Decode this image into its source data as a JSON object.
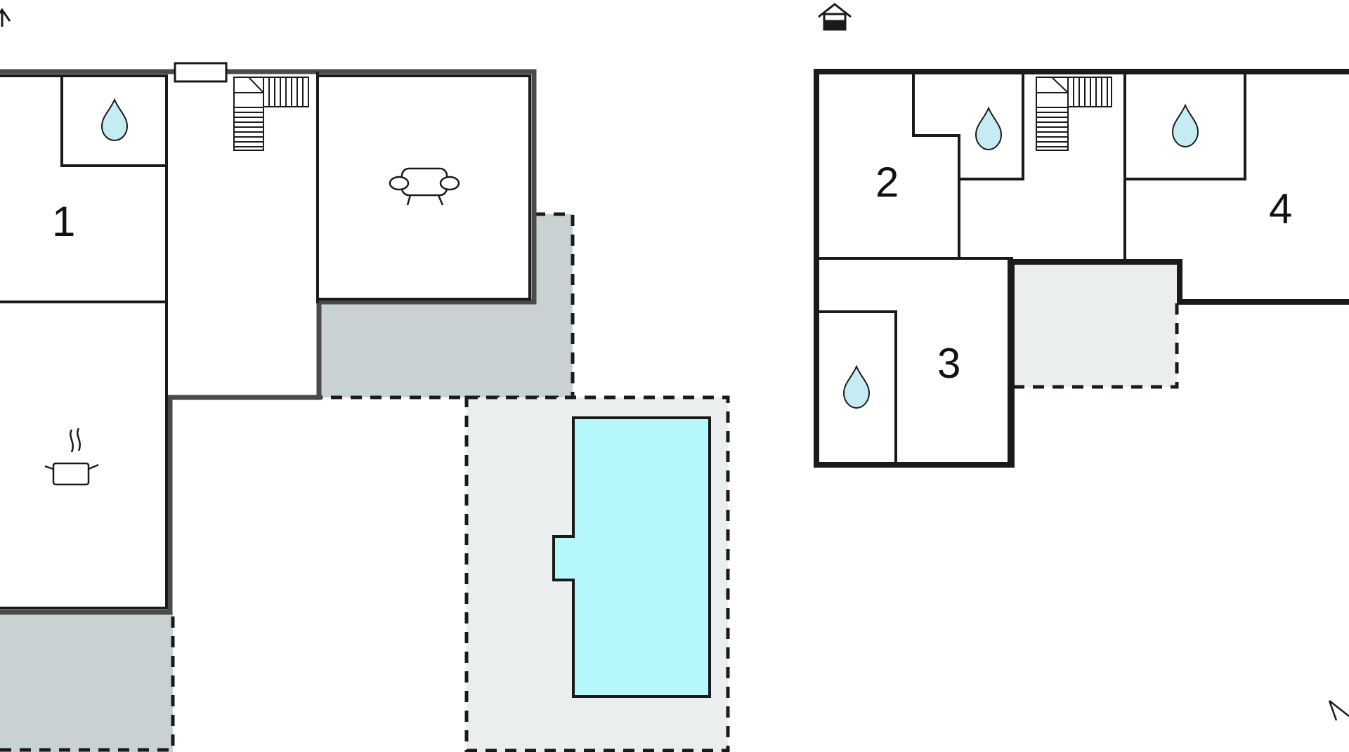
{
  "colors": {
    "wall": "#1a1a1a",
    "wall_dark_gray": "#4a4a4a",
    "terrace_dark": "#c9d1d3",
    "terrace_light": "#ebeeee",
    "pool": "#b4f8fc",
    "water_drop": "#c4ecf2",
    "background": "#ffffff"
  },
  "floors": [
    {
      "name": "ground-floor",
      "icon": "house-up-arrow-icon"
    },
    {
      "name": "upper-floor",
      "icon": "house-floor-icon"
    }
  ],
  "rooms": {
    "room_1": "1",
    "room_2": "2",
    "room_3": "3",
    "room_4": "4"
  },
  "icons": [
    "water-drop-icon",
    "stairs-icon",
    "sofa-icon",
    "cooking-pot-icon",
    "window-icon",
    "pool",
    "north-arrow-icon"
  ]
}
